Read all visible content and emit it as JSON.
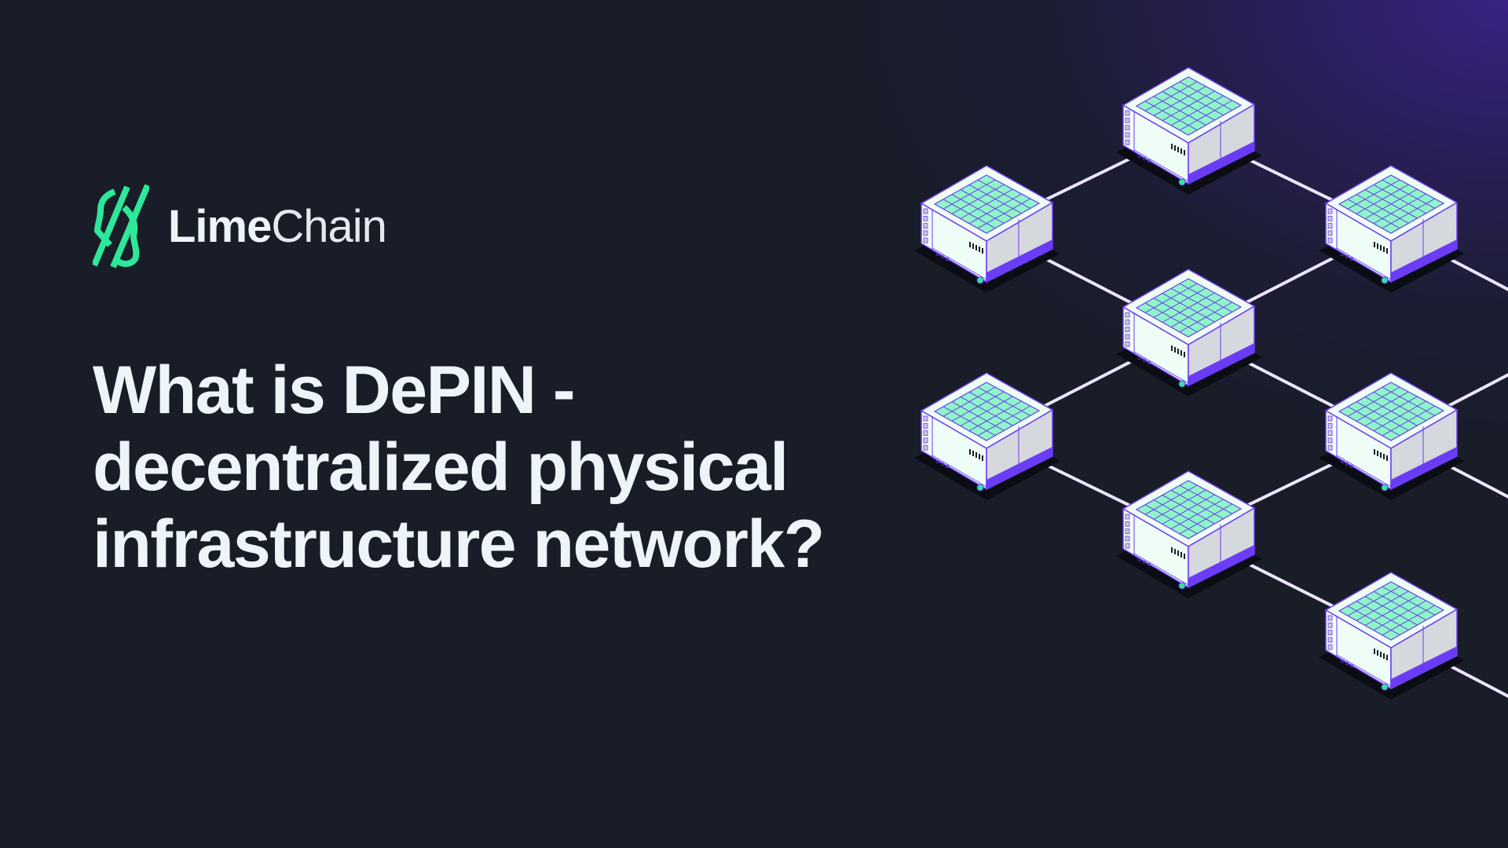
{
  "brand": {
    "name_bold": "Lime",
    "name_light": "Chain",
    "logo_icon": "limechain-logo-icon",
    "accent": "#2de89a"
  },
  "headline": {
    "lines": [
      "What is DePIN -",
      "decentralized physical",
      "infrastructure network?"
    ]
  },
  "illustration": {
    "icon": "server-node-network",
    "node_count": 8,
    "colors": {
      "top_grid": "#8ff5c8",
      "outline": "#6b3cf5",
      "face_light": "#effdf7",
      "face_side": "#d5d9dd",
      "link": "#ece6ff"
    }
  }
}
